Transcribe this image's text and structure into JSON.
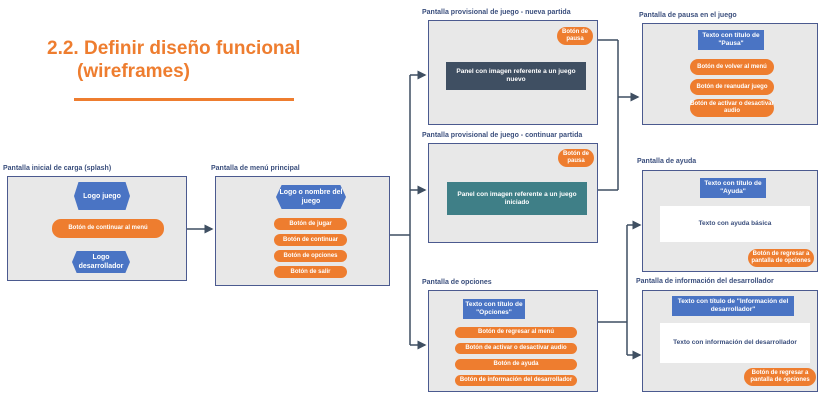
{
  "title": {
    "line1": "2.2. Definir diseño funcional",
    "line2": "(wireframes)"
  },
  "splash": {
    "label": "Pantalla inicial de carga (splash)",
    "logo": "Logo juego",
    "continue": "Botón de continuar al menú",
    "dev_logo": "Logo desarrollador"
  },
  "menu": {
    "label": "Pantalla de menú principal",
    "logo": "Logo o nombre del juego",
    "buttons": [
      "Botón de jugar",
      "Botón de continuar",
      "Botón de opciones",
      "Botón de salir"
    ]
  },
  "new_game": {
    "label": "Pantalla provisional de juego - nueva partida",
    "pause": "Botón de pausa",
    "panel": "Panel con imagen referente a un juego nuevo"
  },
  "continue_game": {
    "label": "Pantalla provisional de juego - continuar partida",
    "pause": "Botón de pausa",
    "panel": "Panel con imagen referente a un juego iniciado"
  },
  "options": {
    "label": "Pantalla de opciones",
    "heading": "Texto con título de \"Opciones\"",
    "buttons": [
      "Botón de regresar al menú",
      "Botón de activar o desactivar audio",
      "Botón de ayuda",
      "Botón de información del desarrollador"
    ]
  },
  "pause_screen": {
    "label": "Pantalla de pausa en el juego",
    "heading": "Texto con título de \"Pausa\"",
    "buttons": [
      "Botón de volver al menú",
      "Botón de reanudar juego",
      "Botón de activar o desactivar audio"
    ]
  },
  "help": {
    "label": "Pantalla de ayuda",
    "heading": "Texto con título de \"Ayuda\"",
    "text": "Texto con ayuda básica",
    "back": "Botón de regresar a pantalla de opciones"
  },
  "dev_info": {
    "label": "Pantalla de información del desarrollador",
    "heading": "Texto con título de \"Información del desarrollador\"",
    "text": "Texto con información del desarrollador",
    "back": "Botón de regresar a pantalla de opciones"
  },
  "colors": {
    "accent": "#ee7d2f",
    "blue": "#4a74c4",
    "border": "#4b5a8f",
    "screen_bg": "#e8e8e8"
  }
}
